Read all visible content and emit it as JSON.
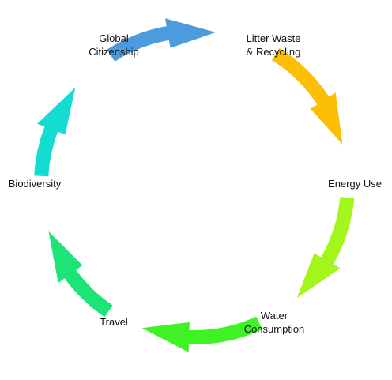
{
  "diagram": {
    "type": "cycle",
    "nodes": [
      {
        "id": "global",
        "label": "Global\nCitizenship"
      },
      {
        "id": "litter",
        "label": "Litter Waste\n& Recycling"
      },
      {
        "id": "energy",
        "label": "Energy Use"
      },
      {
        "id": "water",
        "label": "Water\nConsumption"
      },
      {
        "id": "travel",
        "label": "Travel"
      },
      {
        "id": "biodiversity",
        "label": "Biodiversity"
      }
    ],
    "arrows": [
      {
        "from": "global",
        "to": "litter",
        "color": "#4c9bdc"
      },
      {
        "from": "litter",
        "to": "energy",
        "color": "#fcbf06"
      },
      {
        "from": "energy",
        "to": "water",
        "color": "#a3f61b"
      },
      {
        "from": "water",
        "to": "travel",
        "color": "#3ef224"
      },
      {
        "from": "travel",
        "to": "biodiversity",
        "color": "#1ee477"
      },
      {
        "from": "biodiversity",
        "to": "global",
        "color": "#14dcd0"
      }
    ]
  }
}
